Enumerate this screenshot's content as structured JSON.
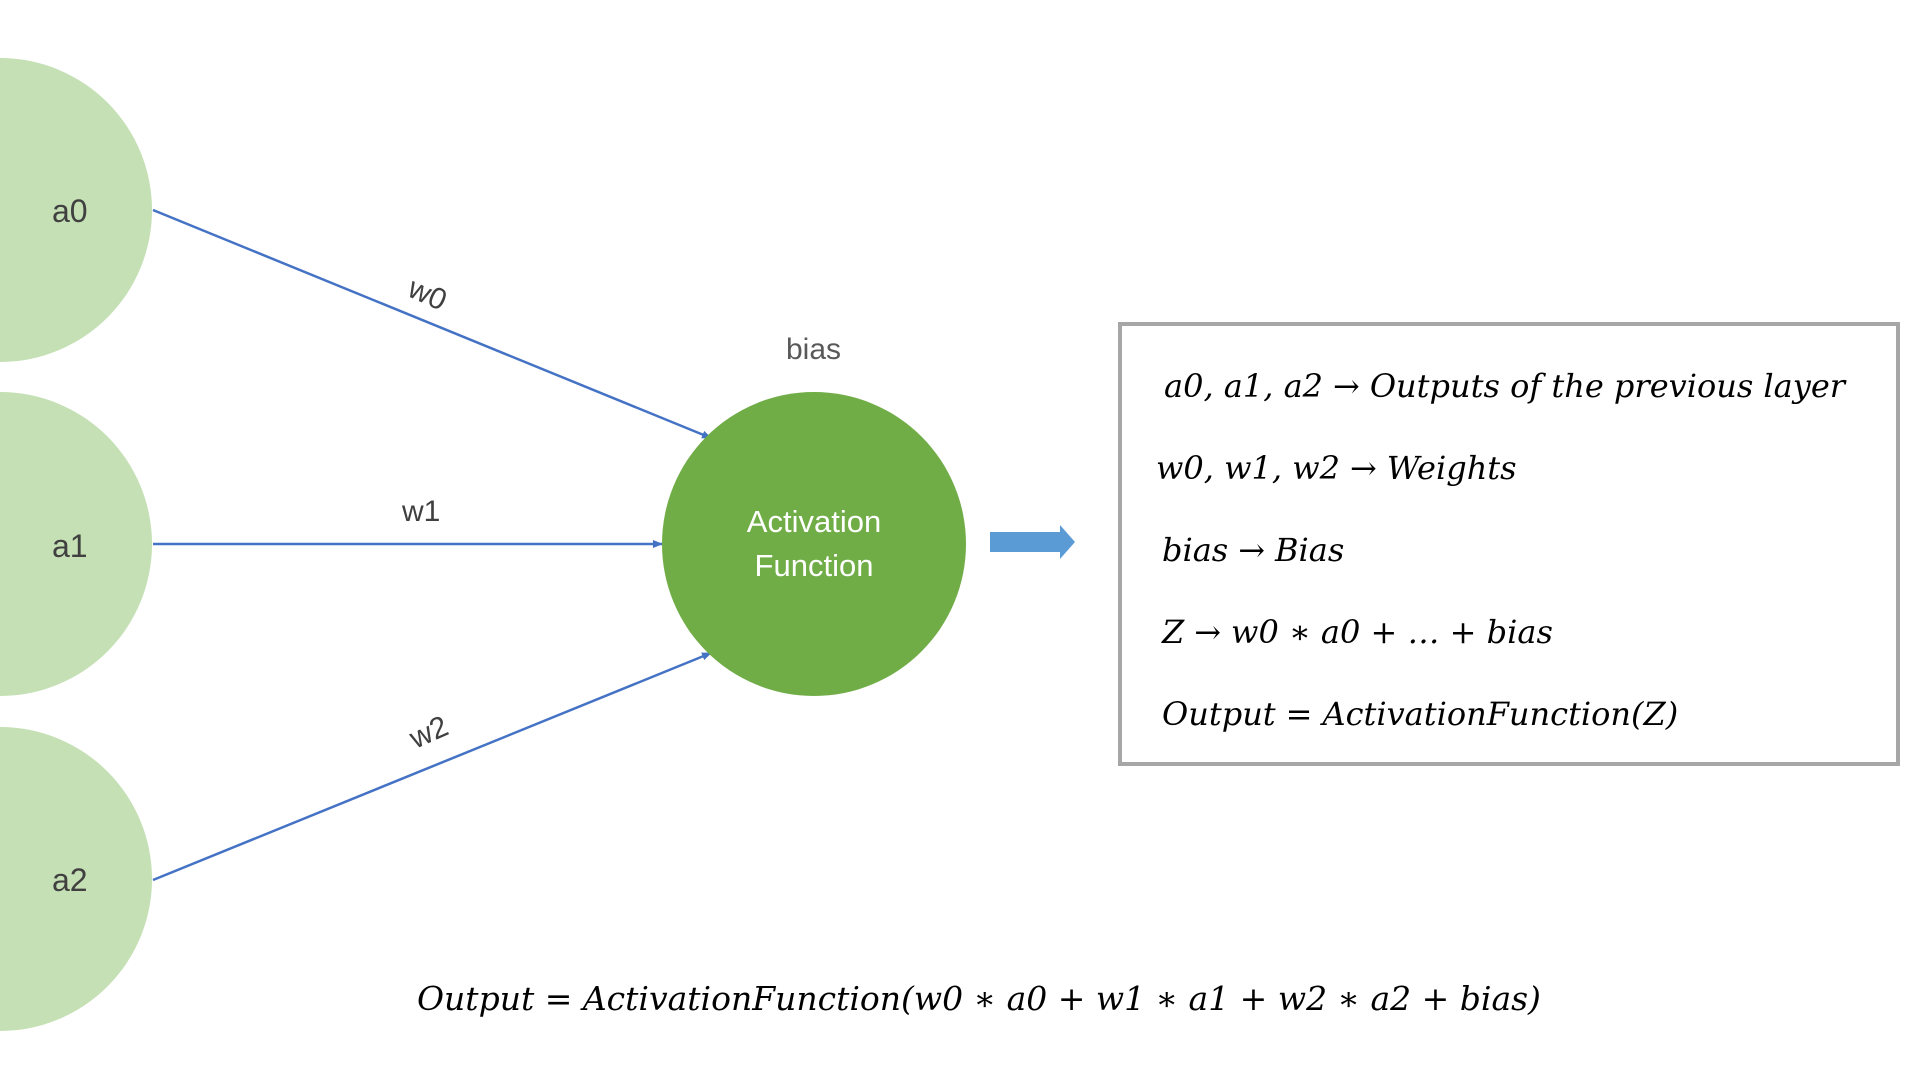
{
  "diagram": {
    "inputs": [
      {
        "label": "a0"
      },
      {
        "label": "a1"
      },
      {
        "label": "a2"
      }
    ],
    "weights": [
      {
        "label": "w0"
      },
      {
        "label": "w1"
      },
      {
        "label": "w2"
      }
    ],
    "bias_label": "bias",
    "activation_node": {
      "line1": "Activation",
      "line2": "Function"
    },
    "colors": {
      "input_node": "#c5e0b4",
      "activation_node": "#70ad47",
      "connector": "#4472c4",
      "arrow": "#5b9bd5",
      "box_border": "#a6a6a6"
    }
  },
  "definitions": [
    {
      "symbol": "a0, a1, a2",
      "arrow": "→",
      "meaning": "Outputs of the previous layer"
    },
    {
      "symbol": "w0, w1, w2",
      "arrow": "→",
      "meaning": "Weights"
    },
    {
      "symbol": "bias",
      "arrow": "→",
      "meaning": "Bias"
    },
    {
      "symbol": "Z",
      "arrow": "→",
      "meaning": "w0 ∗ a0 + … + bias"
    },
    {
      "symbol": "Output",
      "arrow": "=",
      "meaning": "ActivationFunction(Z)"
    }
  ],
  "formula": "Output = ActivationFunction(w0 ∗ a0 + w1 ∗ a1 + w2 ∗ a2 + bias)"
}
